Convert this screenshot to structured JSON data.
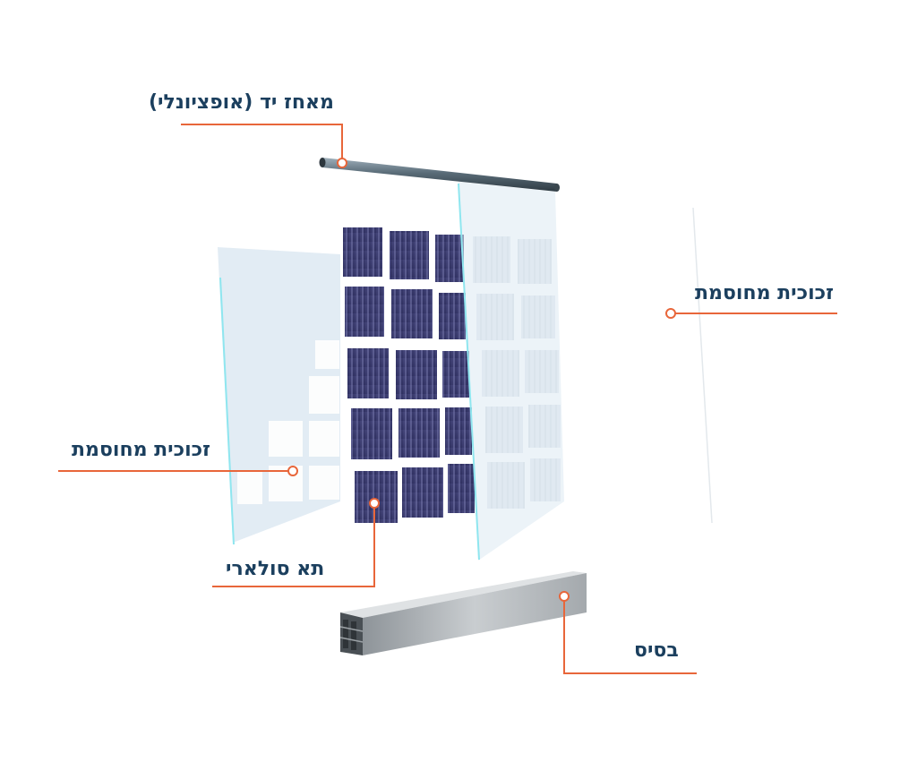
{
  "colors": {
    "label_text": "#1b3f5e",
    "leader_line": "#e8663a",
    "solar_cell": "#3b3b6e",
    "glass": "#dbe9f3",
    "glass_edge": "#8fe6ef",
    "rail": "#6b7f8c",
    "base": "#b9bec2"
  },
  "labels": {
    "handrail": "מאחז יד (אופציונלי)",
    "laminated_glass_right": "זכוכית מחוסמת",
    "laminated_glass_left": "זכוכית מחוסמת",
    "solar_cell": "תא סולארי",
    "base": "בסיס"
  },
  "icons": {
    "callout_marker": "circle-marker-icon"
  }
}
